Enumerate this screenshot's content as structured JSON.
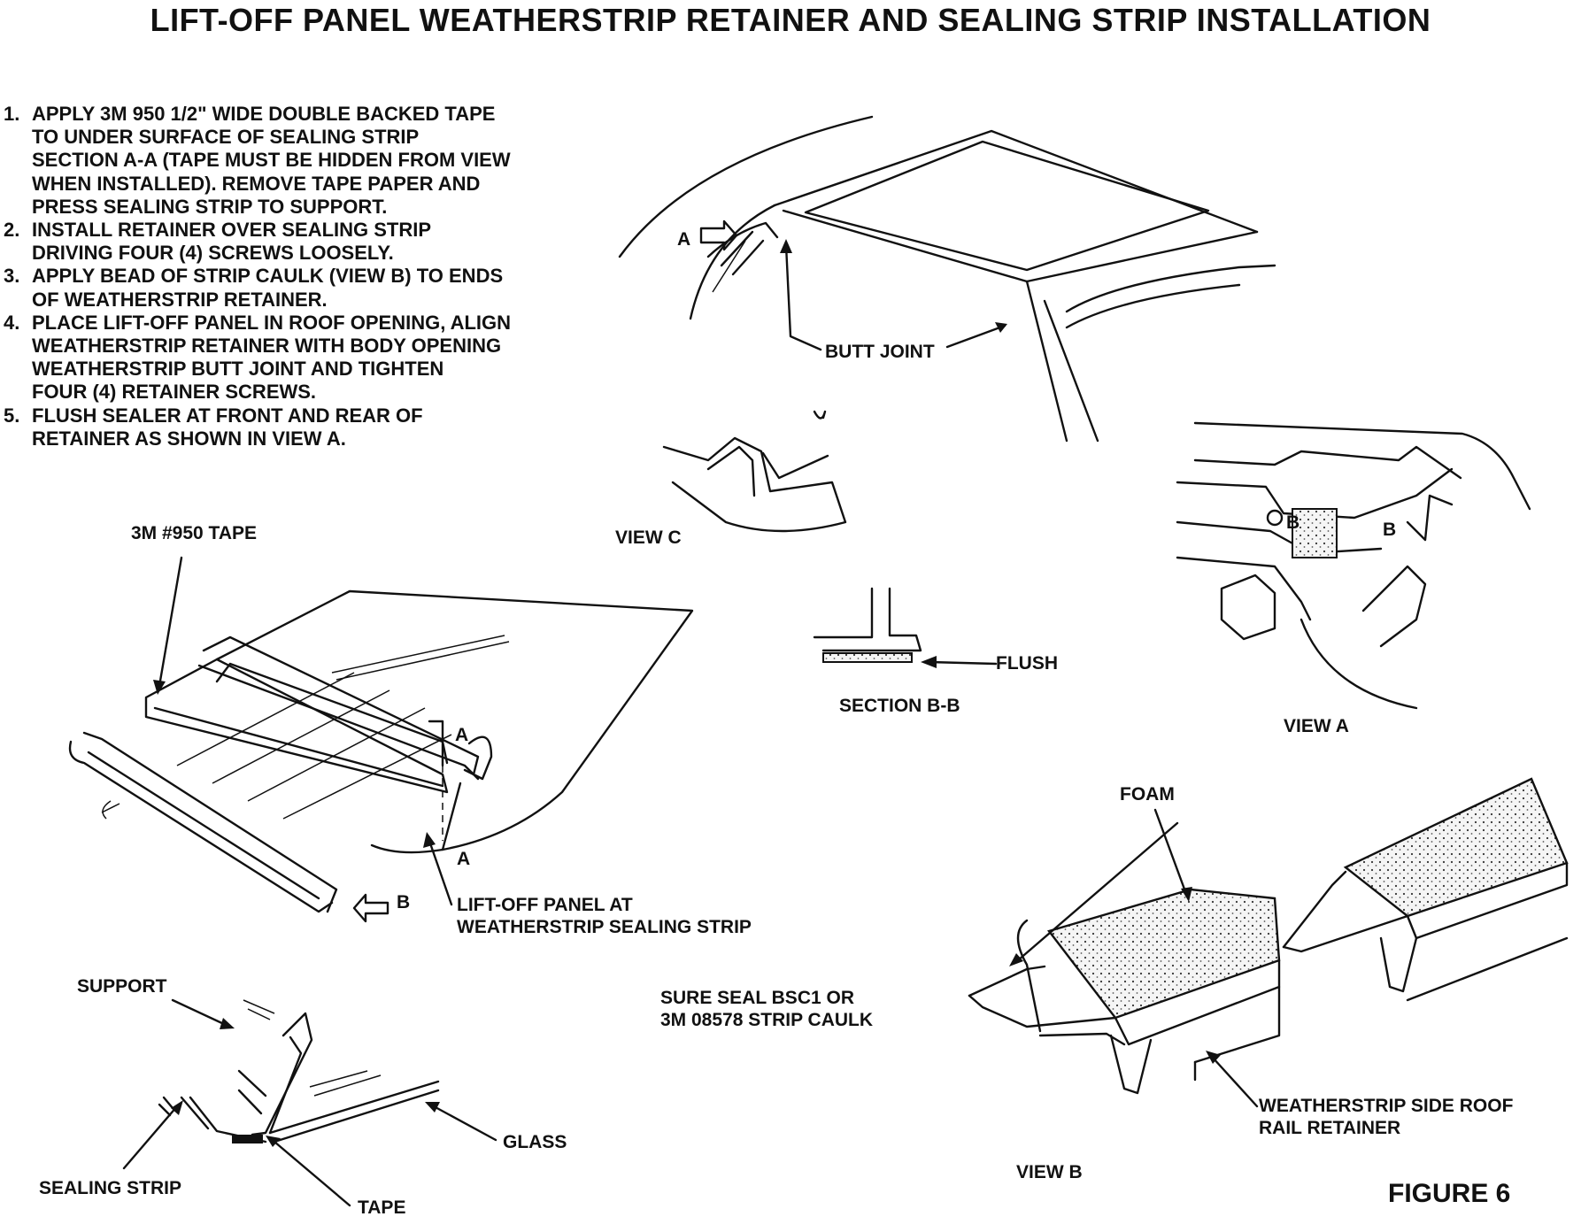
{
  "title": "LIFT-OFF PANEL WEATHERSTRIP RETAINER AND SEALING STRIP INSTALLATION",
  "steps": [
    {
      "num": "1.",
      "text": "APPLY 3M 950 1/2\" WIDE DOUBLE BACKED TAPE\nTO UNDER SURFACE OF SEALING STRIP\nSECTION A-A (TAPE MUST BE HIDDEN FROM VIEW\nWHEN INSTALLED). REMOVE TAPE PAPER AND\nPRESS SEALING STRIP TO SUPPORT."
    },
    {
      "num": "2.",
      "text": "INSTALL RETAINER OVER SEALING STRIP\nDRIVING FOUR (4) SCREWS LOOSELY."
    },
    {
      "num": "3.",
      "text": "APPLY BEAD OF STRIP CAULK (VIEW B) TO ENDS\nOF WEATHERSTRIP RETAINER."
    },
    {
      "num": "4.",
      "text": "PLACE LIFT-OFF PANEL IN ROOF OPENING, ALIGN\nWEATHERSTRIP RETAINER WITH BODY OPENING\nWEATHERSTRIP BUTT JOINT AND TIGHTEN\nFOUR (4) RETAINER SCREWS."
    },
    {
      "num": "5.",
      "text": "FLUSH SEALER AT FRONT AND REAR OF\nRETAINER AS SHOWN IN VIEW A."
    }
  ],
  "labels": {
    "a_marker_top": "A",
    "butt_joint": "BUTT JOINT",
    "view_c": "VIEW C",
    "tape_950": "3M #950 TAPE",
    "section_a_top": "A",
    "section_a_bottom": "A",
    "marker_b": "B",
    "liftoff_panel": "LIFT-OFF PANEL AT\nWEATHERSTRIP SEALING STRIP",
    "flush": "FLUSH",
    "section_bb": "SECTION B-B",
    "view_a_b1": "B",
    "view_a_b2": "B",
    "view_a": "VIEW A",
    "foam": "FOAM",
    "sure_seal": "SURE SEAL BSC1 OR\n3M 08578 STRIP CAULK",
    "weatherstrip_retainer": "WEATHERSTRIP SIDE ROOF\nRAIL RETAINER",
    "view_b": "VIEW B",
    "support": "SUPPORT",
    "glass": "GLASS",
    "sealing_strip": "SEALING STRIP",
    "tape": "TAPE",
    "figure": "FIGURE 6"
  }
}
